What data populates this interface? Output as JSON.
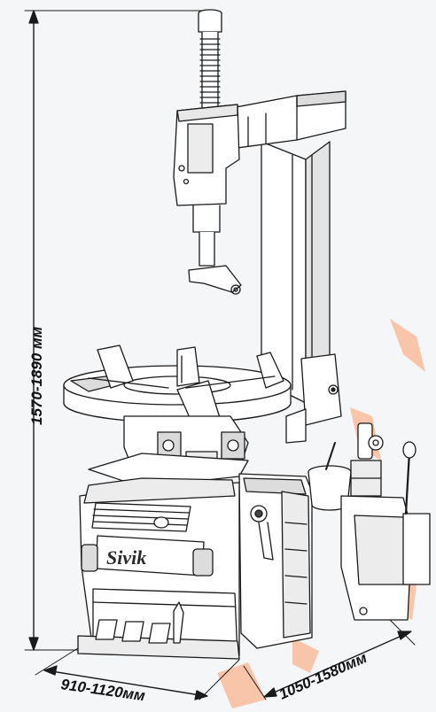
{
  "dimensions": {
    "height_label": "1570-1890 мм",
    "width_label": "910-1120мм",
    "depth_label": "1050-1580мм"
  },
  "machine": {
    "brand_label": "Sivik"
  },
  "colors": {
    "line": "#1a1a1a",
    "fill": "#ffffff",
    "shade": "#d9d9d9",
    "dark": "#444444",
    "watermark": "#ff6b1a"
  }
}
